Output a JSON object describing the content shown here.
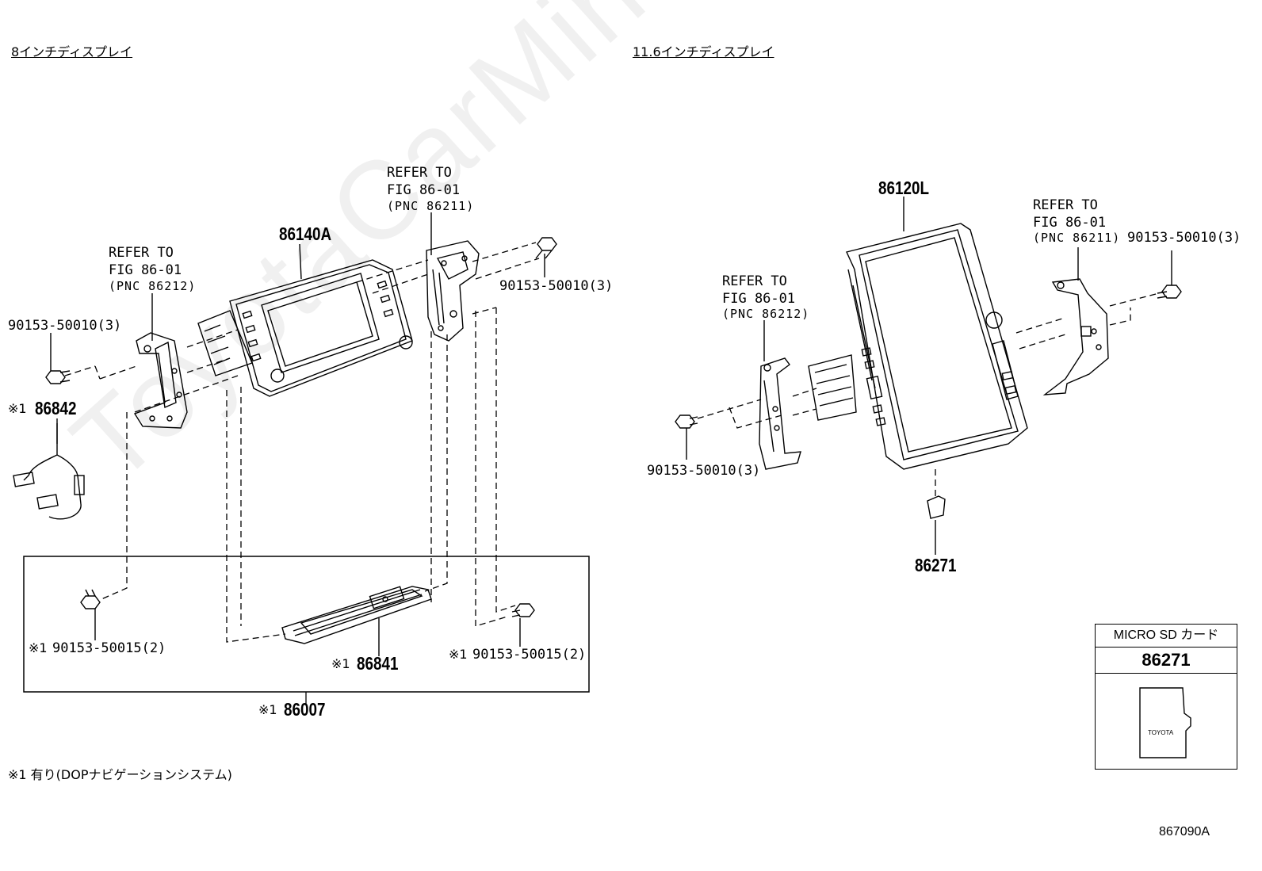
{
  "headings": {
    "left": "8インチディスプレイ",
    "right": "11.6インチディスプレイ"
  },
  "refer": {
    "line1": "REFER TO",
    "line2": "FIG 86-01",
    "pnc_86211": "(PNC 86211)",
    "pnc_86212": "(PNC 86212)"
  },
  "parts": {
    "p86140A": "86140A",
    "p86120L": "86120L",
    "p86842": "86842",
    "p86841": "86841",
    "p86007": "86007",
    "p86271": "86271",
    "bolt_3": "90153-50010(3)",
    "bolt_2": "90153-50015(2)"
  },
  "marker": "※1",
  "footnote": "※1 有り(DOPナビゲーションシステム)",
  "legend": {
    "header": "MICRO SD カード",
    "number": "86271",
    "card_brand": "TOYOTA"
  },
  "figure_code": "867090A",
  "watermark": "ToyotaCarMine.ru"
}
